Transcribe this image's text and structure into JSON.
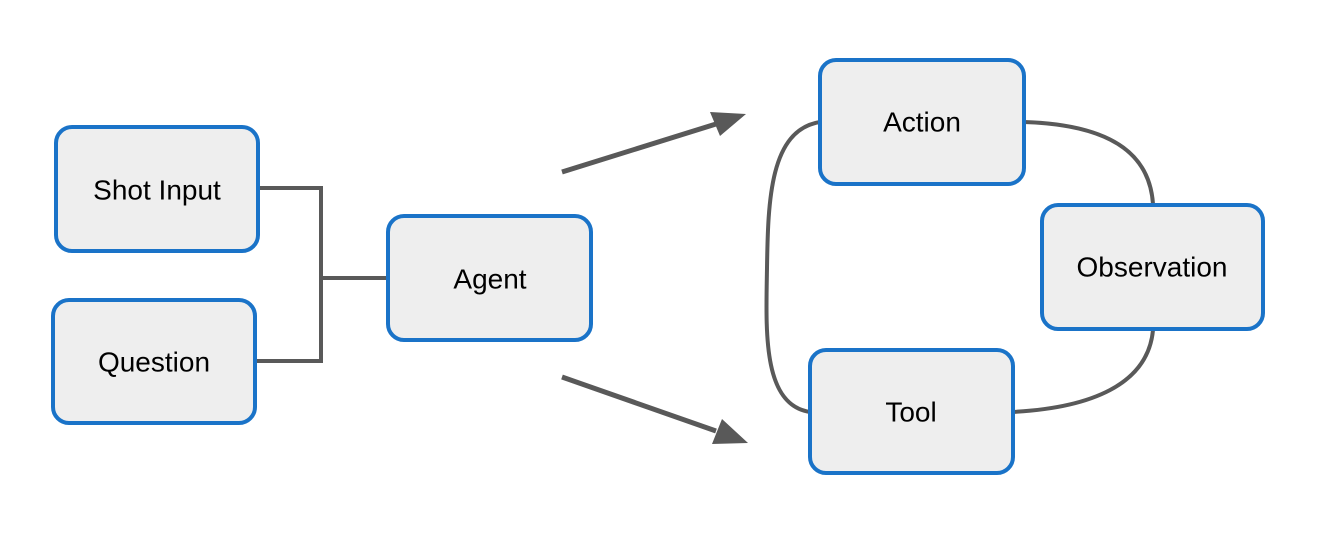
{
  "nodes": {
    "shot_input": "Shot Input",
    "question": "Question",
    "agent": "Agent",
    "action": "Action",
    "observation": "Observation",
    "tool": "Tool"
  },
  "colors": {
    "node_fill": "#eeeeee",
    "node_border": "#1a73c8",
    "connector": "#595959",
    "text": "#000000"
  }
}
